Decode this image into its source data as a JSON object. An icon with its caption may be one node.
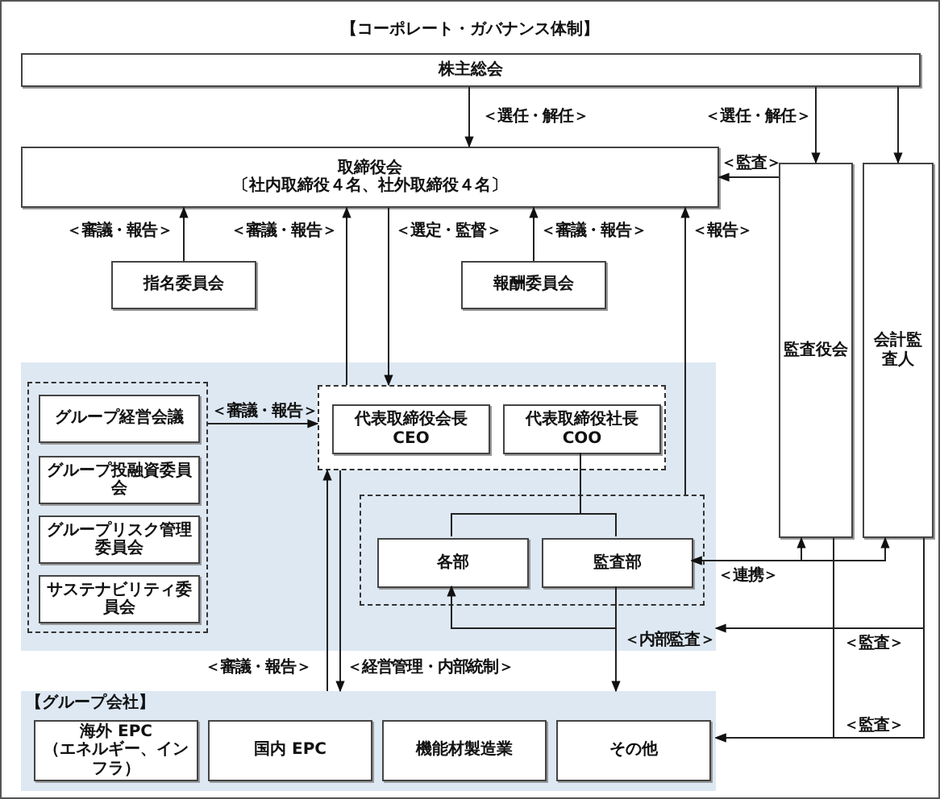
{
  "diagram": {
    "title": "【コーポレート・ガバナンス体制】",
    "nodes": [
      {
        "text": [
          "株主総会"
        ]
      },
      {
        "text": [
          "取締役会",
          "〔社内取締役４名、社外取締役４名〕"
        ]
      },
      {
        "text": [
          "指名委員会"
        ]
      },
      {
        "text": [
          "報酬委員会"
        ]
      },
      {
        "text": [
          "監査役会"
        ]
      },
      {
        "text": [
          "会計監査人"
        ]
      },
      {
        "text": [],
        "shape": "box"
      },
      {
        "text": [],
        "shape": "box",
        "in": 6
      },
      {
        "text": [
          "グループ経営会議"
        ],
        "in": 7
      },
      {
        "text": [
          "グループ投融資委員会"
        ],
        "in": 7
      },
      {
        "text": [
          "グループリスク管理委員会"
        ],
        "in": 7
      },
      {
        "text": [
          "サステナビリティ委員会"
        ],
        "in": 7
      },
      {
        "text": [],
        "shape": "box",
        "in": 6
      },
      {
        "text": [
          "代表取締役会長 CEO"
        ],
        "in": 12
      },
      {
        "text": [
          "代表取締役社長 COO"
        ],
        "in": 12
      },
      {
        "text": [],
        "shape": "box",
        "in": 6
      },
      {
        "text": [
          "各部"
        ],
        "in": 15
      },
      {
        "text": [
          "監査部"
        ],
        "in": 15
      },
      {
        "text": [
          "【グループ会社】"
        ]
      },
      {
        "text": [
          "海外 EPC",
          "（エネルギー、インフラ）"
        ],
        "in": 18
      },
      {
        "text": [
          "国内 EPC"
        ],
        "in": 18
      },
      {
        "text": [
          "機能材製造業"
        ],
        "in": 18
      },
      {
        "text": [
          "その他"
        ],
        "in": 18
      }
    ],
    "edges": [
      {
        "from": 0,
        "to": 1,
        "arrow": "to",
        "label": "＜選任・解任＞"
      },
      {
        "from": 0,
        "to": 4,
        "arrow": "to",
        "label": "＜選任・解任＞"
      },
      {
        "from": 0,
        "to": 5,
        "arrow": "to"
      },
      {
        "from": 4,
        "to": 1,
        "arrow": "to",
        "label": "＜監査＞"
      },
      {
        "from": 2,
        "to": 1,
        "arrow": "to",
        "label": "＜審議・報告＞"
      },
      {
        "from": 12,
        "to": 1,
        "arrow": "to",
        "label": "＜審議・報告＞"
      },
      {
        "from": 1,
        "to": 12,
        "arrow": "to",
        "label": "＜選定・監督＞"
      },
      {
        "from": 3,
        "to": 1,
        "arrow": "to",
        "label": "＜審議・報告＞"
      },
      {
        "from": 15,
        "to": 1,
        "arrow": "to",
        "label": "＜報告＞"
      },
      {
        "from": 7,
        "to": 12,
        "arrow": "to",
        "label": "＜審議・報告＞"
      },
      {
        "from": 14,
        "to": 16,
        "arrow": "none"
      },
      {
        "from": 14,
        "to": 17,
        "arrow": "none"
      },
      {
        "from": 17,
        "to": 4,
        "arrow": "both",
        "label": "＜連携＞"
      },
      {
        "from": 17,
        "to": 5,
        "arrow": "both"
      },
      {
        "from": 17,
        "to": 16,
        "arrow": "to",
        "label": "＜内部監査＞"
      },
      {
        "from": 17,
        "to": 18,
        "arrow": "to"
      },
      {
        "from": 5,
        "to": 6,
        "arrow": "to",
        "label": "＜監査＞"
      },
      {
        "from": 4,
        "to": 18,
        "arrow": "to",
        "label": "＜監査＞"
      },
      {
        "from": 5,
        "to": 18,
        "arrow": "to"
      },
      {
        "from": 18,
        "to": 12,
        "arrow": "to",
        "label": "＜審議・報告＞"
      },
      {
        "from": 12,
        "to": 18,
        "arrow": "to",
        "label": "＜経営管理・内部統制＞"
      }
    ]
  }
}
